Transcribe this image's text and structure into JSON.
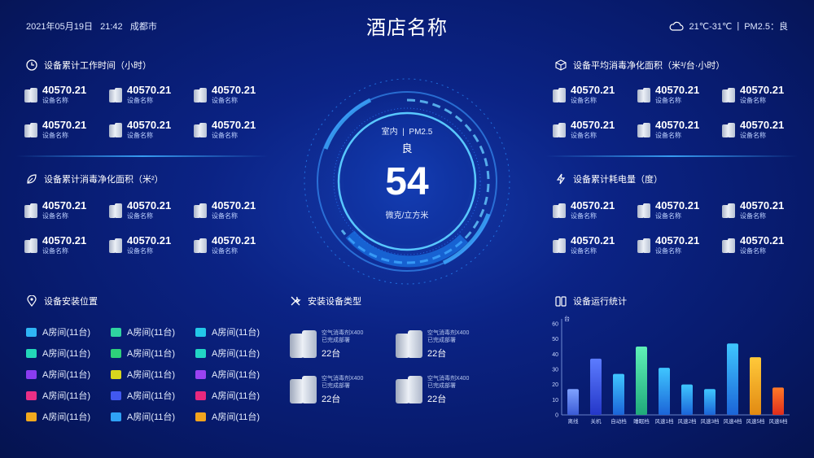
{
  "header": {
    "datetime": "2021年05月19日",
    "time": "21:42",
    "city": "成都市",
    "title": "酒店名称",
    "weather": {
      "temp": "21℃-31℃",
      "sep": "|",
      "pm": "PM2.5：良"
    }
  },
  "panels": {
    "work_time": {
      "title": "设备累计工作时间（小时）",
      "icon": "clock-icon"
    },
    "avg_area": {
      "title": "设备平均消毒净化面积（米³/台·小时）",
      "icon": "cube-icon"
    },
    "total_area": {
      "title": "设备累计消毒净化面积（米²）",
      "icon": "leaf-icon"
    },
    "power": {
      "title": "设备累计耗电量（度）",
      "icon": "lightning-icon"
    },
    "location": {
      "title": "设备安装位置",
      "icon": "location-pin-icon"
    },
    "types": {
      "title": "安装设备类型",
      "icon": "tools-icon"
    },
    "stats": {
      "title": "设备运行统计",
      "icon": "device-stat-icon"
    }
  },
  "metric": {
    "value": "40570.21",
    "label": "设备名称"
  },
  "center": {
    "location": "室内",
    "sep": "|",
    "pm_label": "PM2.5",
    "quality": "良",
    "value": "54",
    "unit": "微克/立方米"
  },
  "locations": [
    {
      "label": "A房间(11台)",
      "color": "#2fb5f5"
    },
    {
      "label": "A房间(11台)",
      "color": "#2fd4a0"
    },
    {
      "label": "A房间(11台)",
      "color": "#23c8e8"
    },
    {
      "label": "A房间(11台)",
      "color": "#23d7b8"
    },
    {
      "label": "A房间(11台)",
      "color": "#2ed07a"
    },
    {
      "label": "A房间(11台)",
      "color": "#22d6c5"
    },
    {
      "label": "A房间(11台)",
      "color": "#8a3cf0"
    },
    {
      "label": "A房间(11台)",
      "color": "#d6d61e"
    },
    {
      "label": "A房间(11台)",
      "color": "#9b43f2"
    },
    {
      "label": "A房间(11台)",
      "color": "#ea2f86"
    },
    {
      "label": "A房间(11台)",
      "color": "#4158f0"
    },
    {
      "label": "A房间(11台)",
      "color": "#e8287e"
    },
    {
      "label": "A房间(11台)",
      "color": "#f2a91e"
    },
    {
      "label": "A房间(11台)",
      "color": "#2fa2f5"
    },
    {
      "label": "A房间(11台)",
      "color": "#f2a41e"
    }
  ],
  "device_types": [
    {
      "name": "空气消毒剂X400",
      "status": "已完成部署",
      "count": "22台"
    },
    {
      "name": "空气消毒剂X400",
      "status": "已完成部署",
      "count": "22台"
    },
    {
      "name": "空气消毒剂X400",
      "status": "已完成部署",
      "count": "22台"
    },
    {
      "name": "空气消毒剂X400",
      "status": "已完成部署",
      "count": "22台"
    }
  ],
  "chart_data": {
    "type": "bar",
    "ylabel": "台",
    "ylim": [
      0,
      60
    ],
    "yticks": [
      0,
      10,
      20,
      30,
      40,
      50,
      60
    ],
    "categories": [
      "离线",
      "关机",
      "自动档",
      "睡眠档",
      "风速1档",
      "风速2档",
      "风速3档",
      "风速4档",
      "风速5档",
      "风速6档"
    ],
    "values": [
      17,
      37,
      27,
      45,
      31,
      20,
      17,
      47,
      38,
      18
    ],
    "colors": [
      [
        "#7fa2ff",
        "#3b5bd6"
      ],
      [
        "#5c7cff",
        "#2437c8"
      ],
      [
        "#3fc6ff",
        "#1b64d8"
      ],
      [
        "#5ff0b8",
        "#1faa7a"
      ],
      [
        "#3fc6ff",
        "#1b64d8"
      ],
      [
        "#3fc6ff",
        "#1b64d8"
      ],
      [
        "#3fc6ff",
        "#1b64d8"
      ],
      [
        "#3fc6ff",
        "#1b64d8"
      ],
      [
        "#ffc93a",
        "#e28a12"
      ],
      [
        "#ff7a28",
        "#e02c1c"
      ]
    ],
    "grid": false,
    "legend": "none"
  }
}
